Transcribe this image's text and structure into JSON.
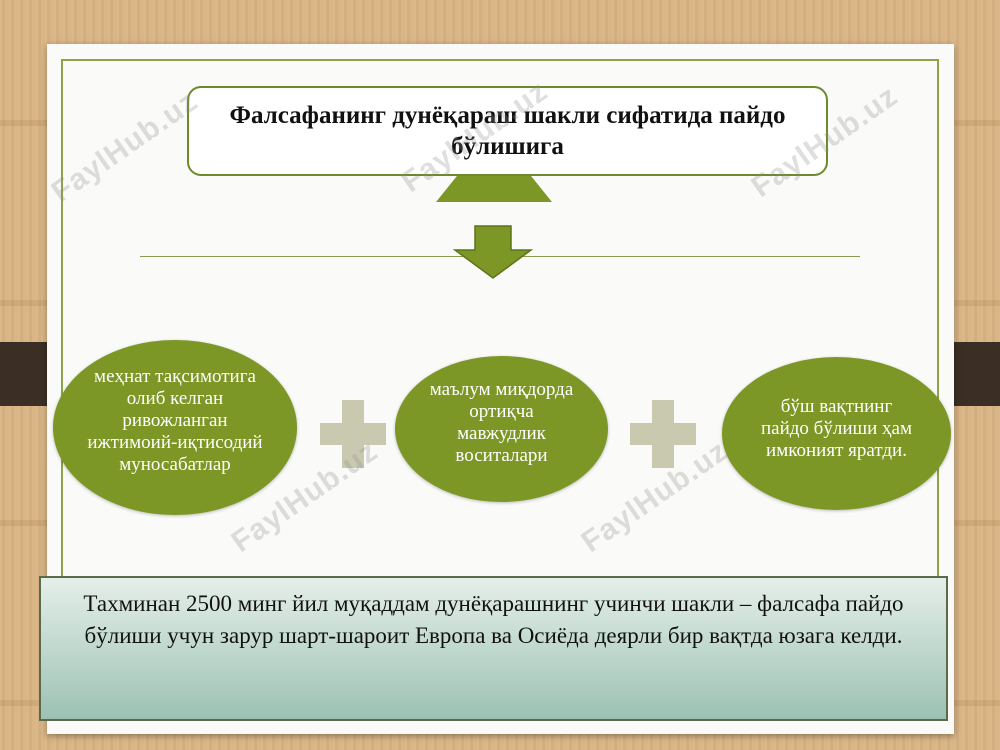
{
  "diagram": {
    "title": "Фалсафанинг дунёқараш шакли сифатида пайдо бўлишига",
    "conditions": [
      "меҳнат тақсимотига олиб келган ривожланган ижтимоий-иқтисодий муносабатлар",
      "маълум миқдорда ортиқча мавжудлик воситалари",
      "бўш вақтнинг пайдо бўлиши ҳам имконият яратди."
    ],
    "summary": "Тахминан 2500 минг йил муқаддам дунёқарашнинг учинчи шакли – фалсафа пайдо бўлиши учун зарур шарт-шароит Европа ва Осиёда деярли бир вақтда юзага келди."
  },
  "watermark": {
    "text": "FaylHub.uz"
  },
  "colors": {
    "ellipse_green": "#7d9727",
    "frame_green": "#8ea24a",
    "plus_gray": "#c9c9b0",
    "bottom_box": "#bdd6cb"
  }
}
